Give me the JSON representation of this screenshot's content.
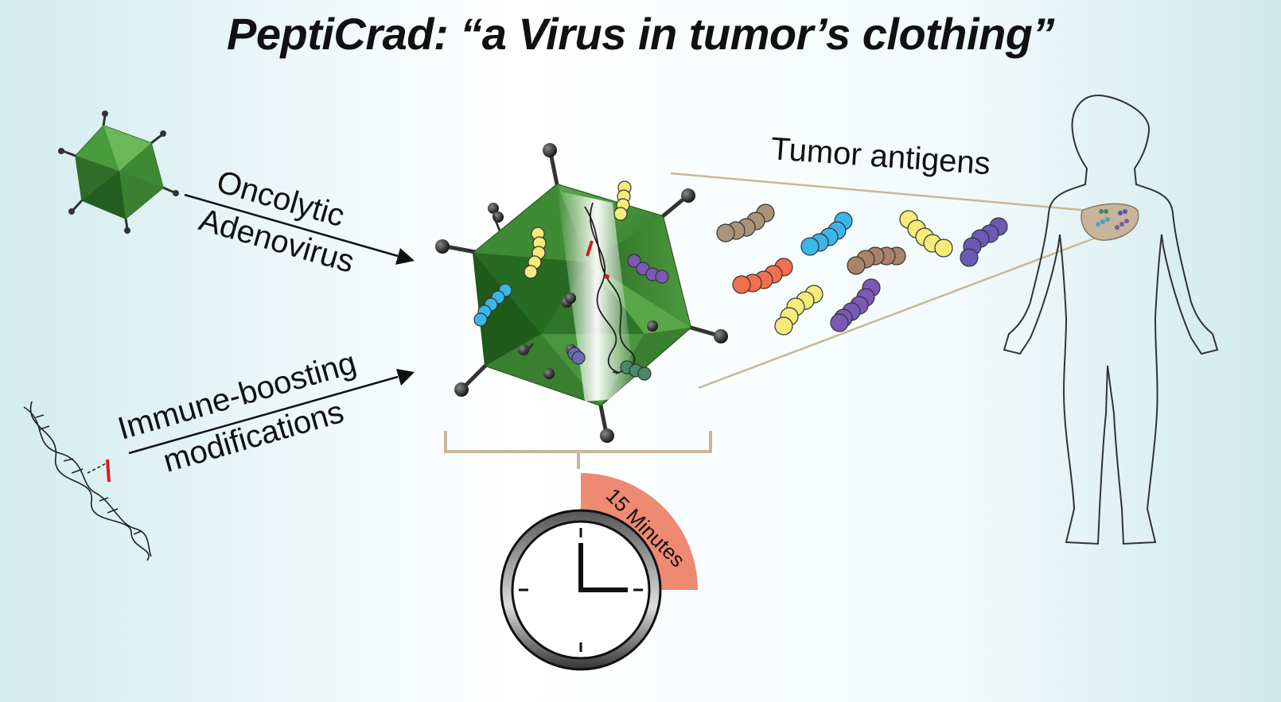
{
  "title": "PeptiCrad: “a Virus in tumor’s clothing”",
  "labels": {
    "oncolytic_line1": "Oncolytic",
    "oncolytic_line2": "Adenovirus",
    "immune_line1": "Immune-boosting",
    "immune_line2": "modifications",
    "tumor_antigens": "Tumor antigens",
    "timer": "15 Minutes"
  },
  "colors": {
    "virus_green": "#3f8a34",
    "virus_dark": "#1f5a1a",
    "timer_fill": "#ee8a72",
    "bracket": "#c8b89a",
    "background_center": "#ffffff",
    "background_edge": "#cfe9ec"
  },
  "icons": [
    "adenovirus-icon",
    "dna-helix-icon",
    "virus-capsid-icon",
    "peptide-chain-icon",
    "clock-icon",
    "human-body-icon",
    "tumor-icon"
  ]
}
